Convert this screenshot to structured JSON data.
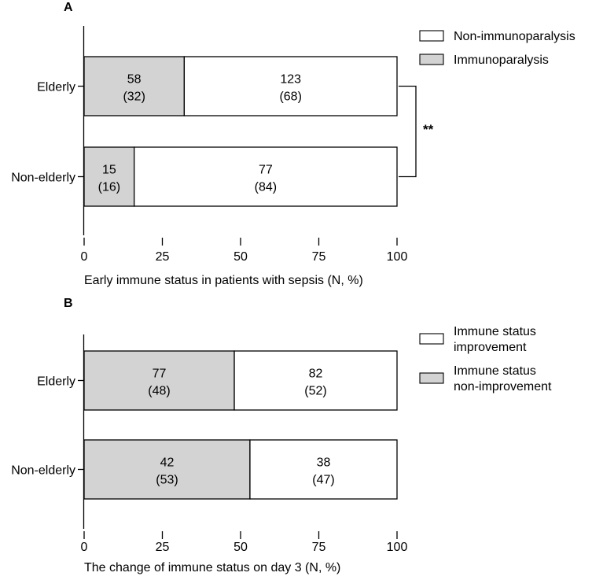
{
  "colors": {
    "shaded": "#d3d3d3",
    "unshaded": "#ffffff",
    "stroke": "#000000"
  },
  "chart_data": [
    {
      "type": "bar",
      "orientation": "horizontal",
      "stacked": true,
      "panel": "A",
      "categories": [
        "Elderly",
        "Non-elderly"
      ],
      "xlabel": "Early immune status in patients with sepsis (N, %)",
      "xlim": [
        0,
        100
      ],
      "xticks": [
        "0",
        "25",
        "50",
        "75",
        "100"
      ],
      "legend_position": "top-right",
      "significance": "**",
      "series": [
        {
          "name": "Immunoparalysis",
          "color": "#d3d3d3",
          "values": [
            32,
            16
          ],
          "counts": [
            "58",
            "15"
          ],
          "percents": [
            "(32)",
            "(16)"
          ]
        },
        {
          "name": "Non-immunoparalysis",
          "color": "#ffffff",
          "values": [
            68,
            84
          ],
          "counts": [
            "123",
            "77"
          ],
          "percents": [
            "(68)",
            "(84)"
          ]
        }
      ],
      "legend": [
        {
          "name_lines": [
            "Non-immunoparalysis"
          ],
          "color": "#ffffff"
        },
        {
          "name_lines": [
            "Immunoparalysis"
          ],
          "color": "#d3d3d3"
        }
      ]
    },
    {
      "type": "bar",
      "orientation": "horizontal",
      "stacked": true,
      "panel": "B",
      "categories": [
        "Elderly",
        "Non-elderly"
      ],
      "xlabel": "The change of immune status on day 3 (N, %)",
      "xlim": [
        0,
        100
      ],
      "xticks": [
        "0",
        "25",
        "50",
        "75",
        "100"
      ],
      "legend_position": "top-right",
      "significance": "",
      "series": [
        {
          "name": "Immune status non-improvement",
          "color": "#d3d3d3",
          "values": [
            48,
            53
          ],
          "counts": [
            "77",
            "42"
          ],
          "percents": [
            "(48)",
            "(53)"
          ]
        },
        {
          "name": "Immune status improvement",
          "color": "#ffffff",
          "values": [
            52,
            47
          ],
          "counts": [
            "82",
            "38"
          ],
          "percents": [
            "(52)",
            "(47)"
          ]
        }
      ],
      "legend": [
        {
          "name_lines": [
            "Immune status",
            "improvement"
          ],
          "color": "#ffffff"
        },
        {
          "name_lines": [
            "Immune status",
            "non-improvement"
          ],
          "color": "#d3d3d3"
        }
      ]
    }
  ]
}
